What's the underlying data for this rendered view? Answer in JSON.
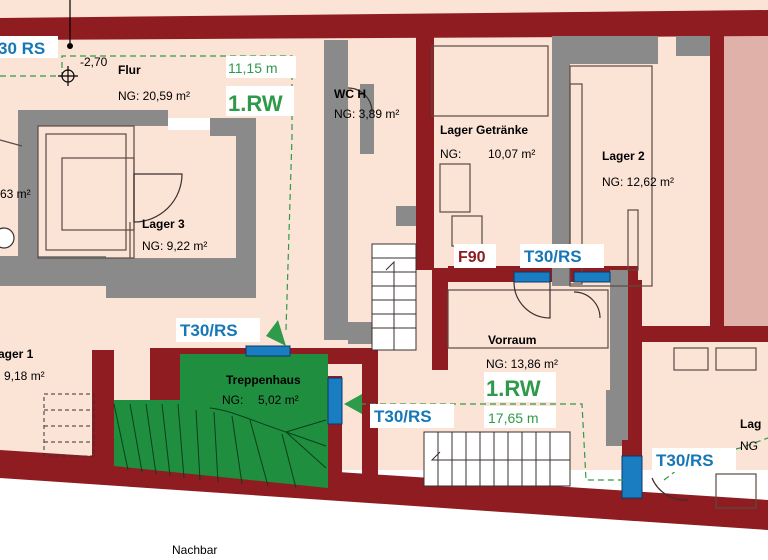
{
  "rooms": {
    "flur": {
      "name": "Flur",
      "area": "NG: 20,59 m²",
      "level": "-2,70"
    },
    "wc": {
      "name": "WC H",
      "area": "NG: 3,89 m²"
    },
    "lager_getraenke": {
      "name": "Lager Getränke",
      "area_prefix": "NG:",
      "area_value": "10,07 m²"
    },
    "lager2": {
      "name": "Lager 2",
      "area": "NG: 12,62 m²"
    },
    "lager3": {
      "name": "Lager 3",
      "area": "NG: 9,22 m²"
    },
    "lager1": {
      "name": "ager 1",
      "area": "9,18 m²"
    },
    "left_partial_area": "63 m²",
    "treppenhaus": {
      "name": "Treppenhaus",
      "area_prefix": "NG:",
      "area_value": "5,02 m²"
    },
    "vorraum": {
      "name": "Vorraum",
      "area": "NG: 13,86 m²"
    },
    "lager_right": {
      "name": "Lag",
      "area_prefix": "NG"
    }
  },
  "doors": {
    "top_left_rating": "30 RS",
    "stair_top": "T30/RS",
    "stair_right": "T30/RS",
    "vorraum_top": "T30/RS",
    "vorraum_right": "T30/RS",
    "wall_rating": "F90"
  },
  "escape_routes": {
    "flur": {
      "distance": "11,15 m",
      "label": "1.RW"
    },
    "vorraum": {
      "distance": "17,65 m",
      "label": "1.RW"
    }
  },
  "neighbor_label": "Nachbar",
  "colors": {
    "room_fill": "#fbe3d6",
    "wall": "#8e1c20",
    "interior_wall": "#8a8a8a",
    "stair_fill": "#1f8f3f",
    "door_blue": "#1a7cc1",
    "route_green": "#2f9a4a",
    "rating_blue": "#1677b7",
    "rating_red": "#8e1c20"
  }
}
